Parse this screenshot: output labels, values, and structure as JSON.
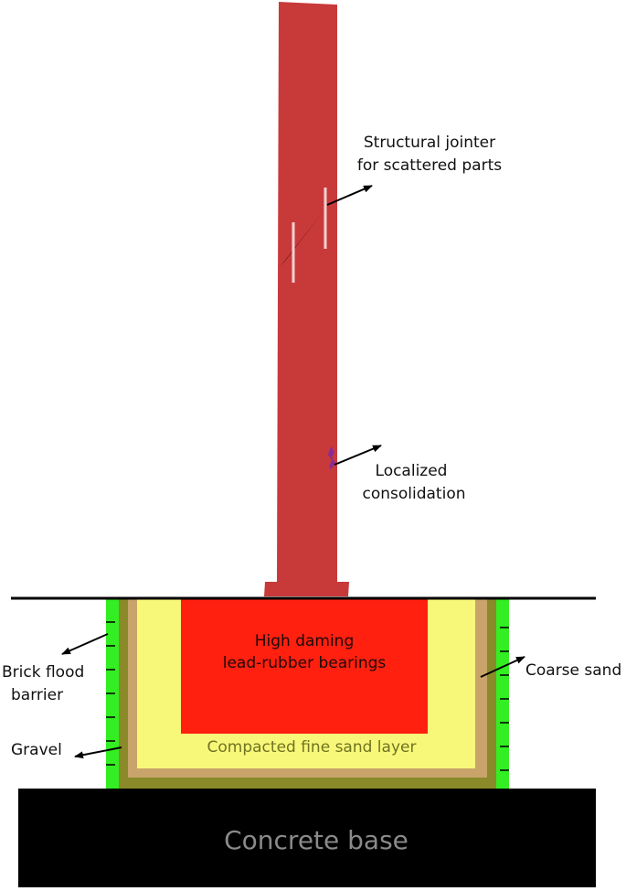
{
  "labels": {
    "jointer_line1": "Structural jointer",
    "jointer_line2": "for scattered parts",
    "consolidation_line1": "Localized",
    "consolidation_line2": "consolidation",
    "bearings_line1": "High daming",
    "bearings_line2": "lead-rubber bearings",
    "fine_sand": "Compacted fine sand layer",
    "brick_line1": "Brick flood",
    "brick_line2": "barrier",
    "gravel": "Gravel",
    "coarse_sand": "Coarse sand",
    "concrete_base": "Concrete base"
  },
  "colors": {
    "column": "#c83a3a",
    "bearings": "#ff2010",
    "fine_sand": "#f7f77a",
    "coarse_sand": "#c8a46a",
    "gravel": "#8a8a2a",
    "brick_barrier": "#33ee22",
    "concrete_base": "#000000",
    "consolidation_mark": "#8a2a9a",
    "jointer": "#f2d0d0"
  }
}
